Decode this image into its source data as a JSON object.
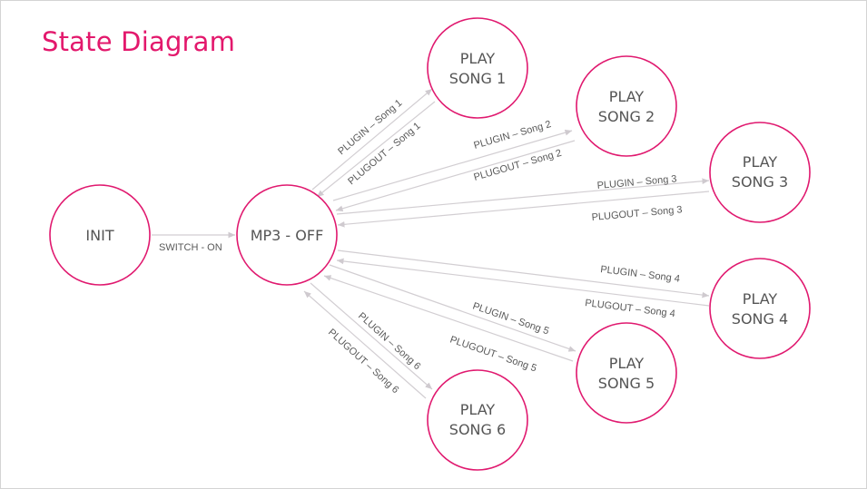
{
  "title": "State Diagram",
  "states": {
    "init": "INIT",
    "mp3_off": "MP3 - OFF",
    "song1": [
      "PLAY",
      "SONG 1"
    ],
    "song2": [
      "PLAY",
      "SONG 2"
    ],
    "song3": [
      "PLAY",
      "SONG 3"
    ],
    "song4": [
      "PLAY",
      "SONG 4"
    ],
    "song5": [
      "PLAY",
      "SONG 5"
    ],
    "song6": [
      "PLAY",
      "SONG 6"
    ]
  },
  "transitions": {
    "switch_on": "SWITCH - ON",
    "plugin_song1": "PLUGIN – Song 1",
    "plugout_song1": "PLUGOUT – Song 1",
    "plugin_song2": "PLUGIN – Song 2",
    "plugout_song2": "PLUGOUT – Song 2",
    "plugin_song3": "PLUGIN – Song 3",
    "plugout_song3": "PLUGOUT – Song 3",
    "plugin_song4": "PLUGIN – Song 4",
    "plugout_song4": "PLUGOUT – Song 4",
    "plugin_song5": "PLUGIN – Song 5",
    "plugout_song5": "PLUGOUT – Song 5",
    "plugin_song6": "PLUGIN – Song 6",
    "plugout_song6": "PLUGOUT – Song 6"
  },
  "colors": {
    "accent": "#e3186c",
    "node_border": "#e0196f",
    "edge": "#d2ced2",
    "text": "#555555"
  }
}
